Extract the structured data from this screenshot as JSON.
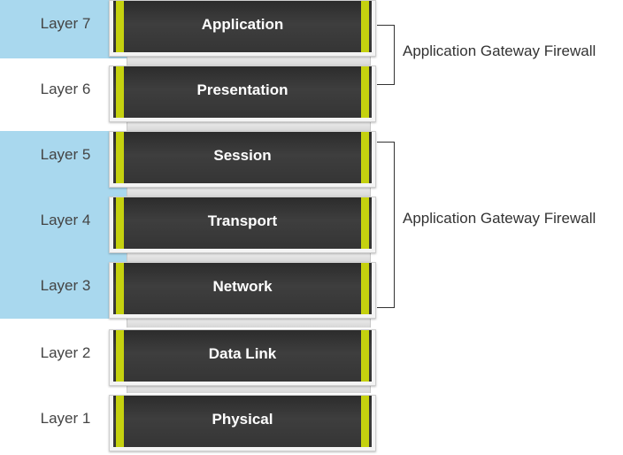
{
  "layers": [
    {
      "number": "Layer 7",
      "name": "Application"
    },
    {
      "number": "Layer 6",
      "name": "Presentation"
    },
    {
      "number": "Layer 5",
      "name": "Session"
    },
    {
      "number": "Layer 4",
      "name": "Transport"
    },
    {
      "number": "Layer 3",
      "name": "Network"
    },
    {
      "number": "Layer 2",
      "name": "Data Link"
    },
    {
      "number": "Layer 1",
      "name": "Physical"
    }
  ],
  "firewalls": [
    {
      "label": "Application Gateway Firewall"
    },
    {
      "label": "Application Gateway Firewall"
    }
  ],
  "colors": {
    "highlight_band": "#a9d8ee",
    "block_fill": "#353535",
    "accent_stripe": "#c5d10f"
  }
}
